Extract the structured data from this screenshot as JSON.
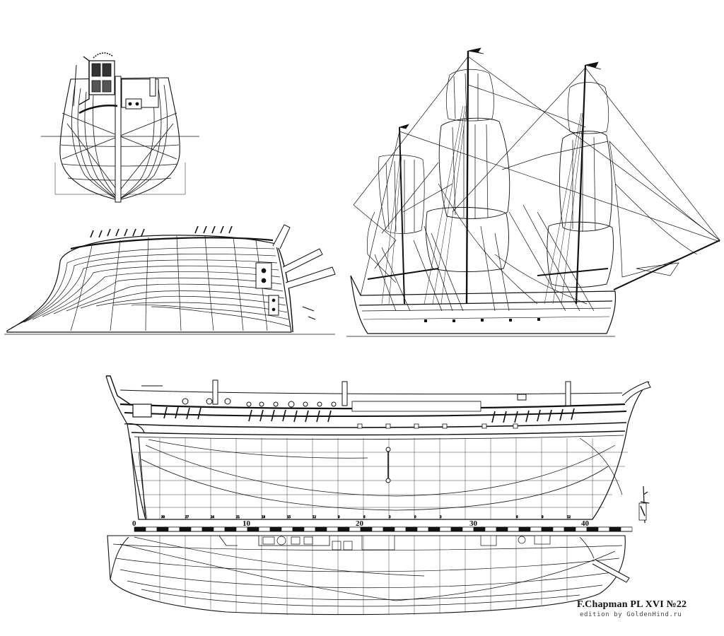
{
  "plate": {
    "title": "F.Chapman PL XVI  №22",
    "edition": "edition by GoldenHind.ru"
  },
  "scale": {
    "major_labels": [
      "0",
      "10",
      "20",
      "30",
      "40"
    ],
    "frame_labels": [
      "30",
      "27",
      "24",
      "21",
      "18",
      "15",
      "12",
      "9",
      "6",
      "3",
      "0",
      "3",
      "6",
      "9",
      "12"
    ]
  },
  "views": [
    {
      "name": "body-plan"
    },
    {
      "name": "bow-perspective"
    },
    {
      "name": "sail-plan"
    },
    {
      "name": "sheer-profile"
    },
    {
      "name": "half-breadth-plan"
    }
  ],
  "colors": {
    "ink": "#111111",
    "paper": "#ffffff"
  }
}
